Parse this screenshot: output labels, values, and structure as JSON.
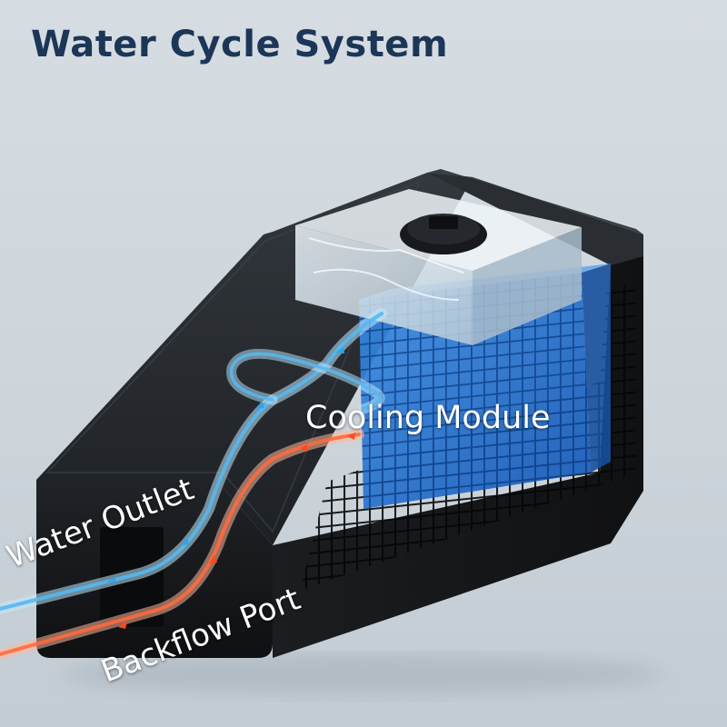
{
  "diagram": {
    "title": "Water Cycle System",
    "labels": {
      "cooling_module": "Cooling Module",
      "water_outlet": "Water Outlet",
      "backflow_port": "Backflow Port"
    }
  },
  "colors": {
    "title": "#1c3657",
    "housing": "#17191c",
    "cooling_block": "#1e6fd0",
    "water_cool": "#7fd0ff",
    "water_warm": "#ff6a3d"
  }
}
